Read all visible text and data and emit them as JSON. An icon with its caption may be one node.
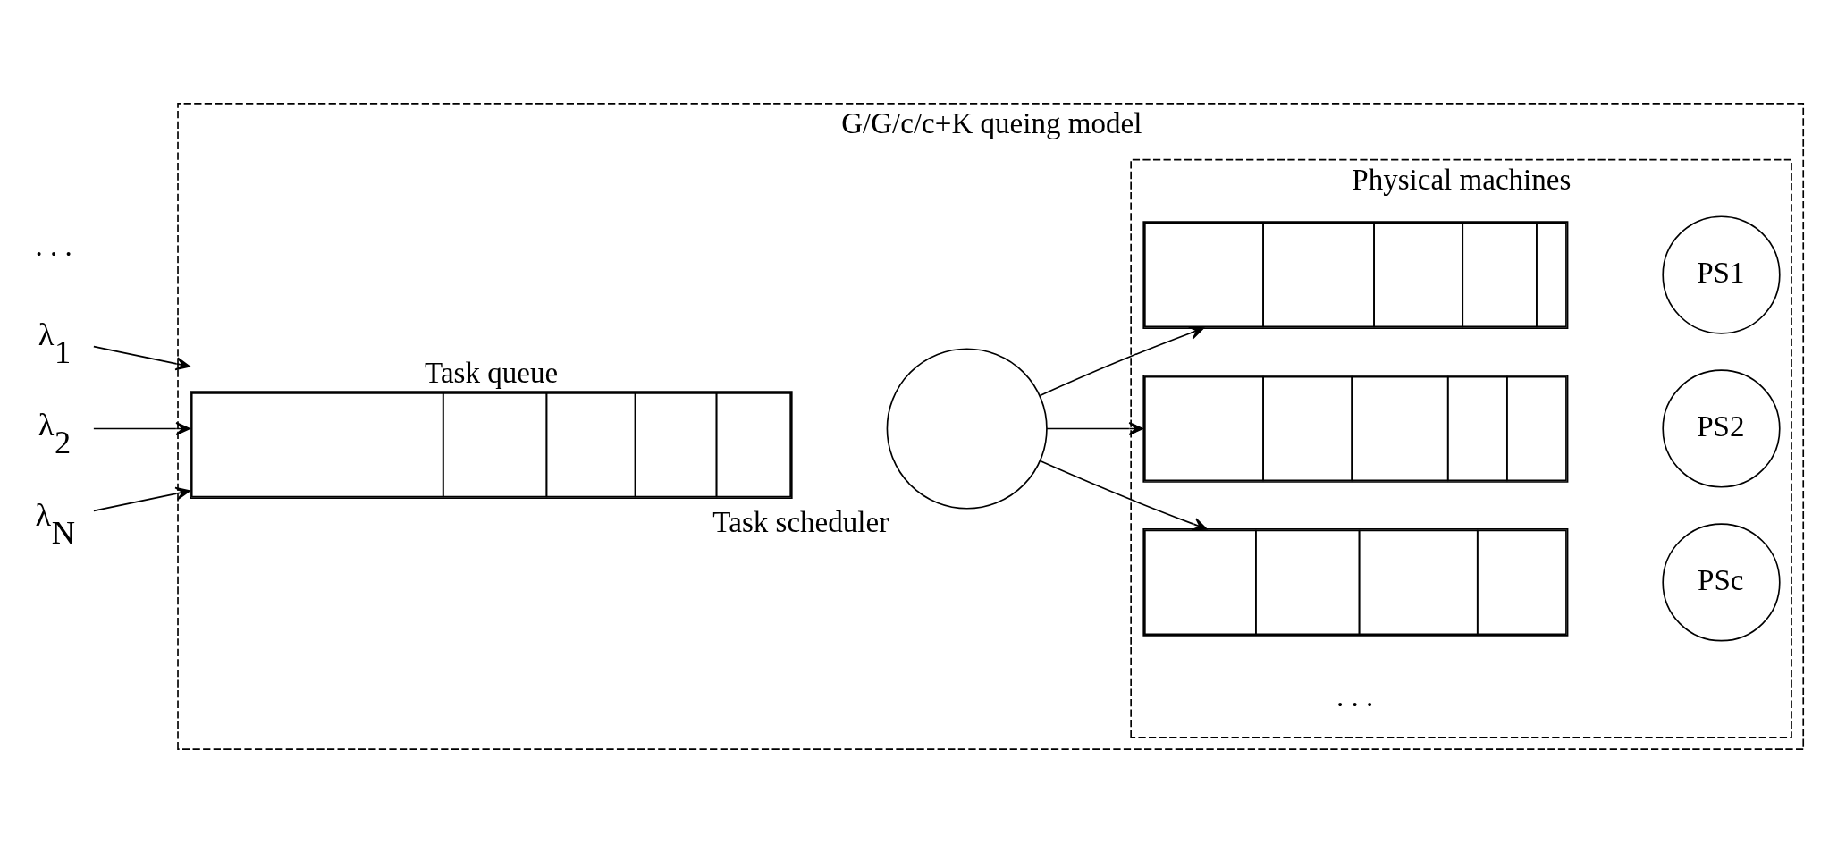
{
  "diagram": {
    "nodes": [
      {
        "text": [
          "G/G/c/c+K queing model"
        ]
      },
      {
        "text": [
          "λ$_{1}$"
        ]
      },
      {
        "text": [
          "λ$_{2}$"
        ]
      },
      {
        "text": [
          "λ$_{N}$"
        ]
      },
      {
        "text": [
          "Task queue"
        ],
        "in": 0
      },
      {
        "text": [
          "Task scheduler"
        ],
        "in": 0
      },
      {
        "text": [
          "Physical machines"
        ],
        "in": 0
      },
      {
        "text": [],
        "shape": "box",
        "in": 6
      },
      {
        "text": [
          "PS1"
        ],
        "in": 6
      },
      {
        "text": [],
        "shape": "box",
        "in": 6
      },
      {
        "text": [
          "PS2"
        ],
        "in": 6
      },
      {
        "text": [],
        "shape": "box",
        "in": 6
      },
      {
        "text": [
          "PSc"
        ],
        "in": 6
      }
    ],
    "edges": [
      {
        "from": 1,
        "to": 4,
        "arrow": "to"
      },
      {
        "from": 2,
        "to": 4,
        "arrow": "to"
      },
      {
        "from": 3,
        "to": 4,
        "arrow": "to"
      },
      {
        "from": 5,
        "to": 7,
        "arrow": "to"
      },
      {
        "from": 5,
        "to": 9,
        "arrow": "to"
      },
      {
        "from": 5,
        "to": 11,
        "arrow": "to"
      }
    ],
    "labels": [
      ". . .",
      ". . ."
    ]
  }
}
